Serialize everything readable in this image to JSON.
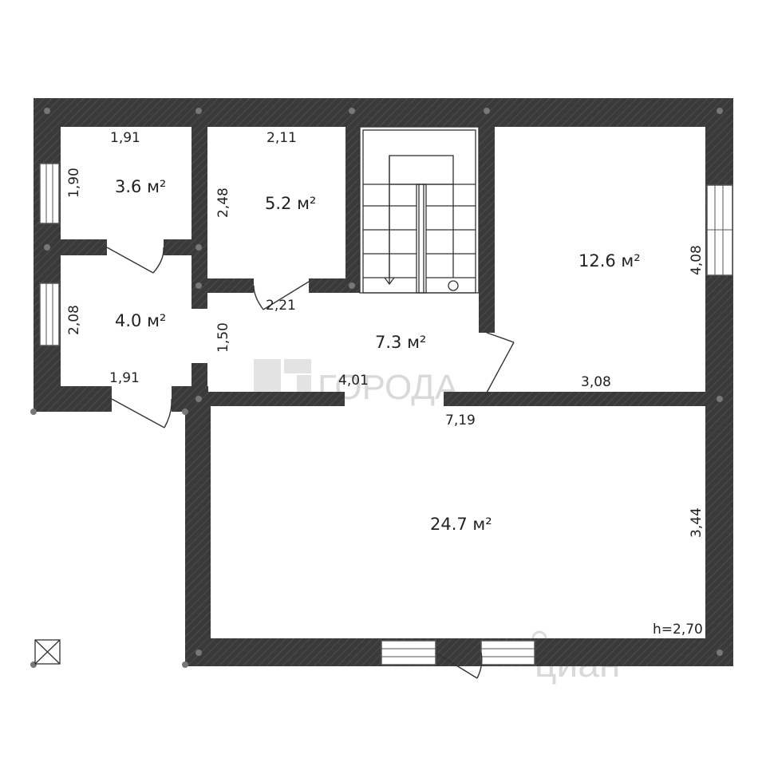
{
  "rooms": [
    {
      "key": "room_a",
      "area": "3.6 м²"
    },
    {
      "key": "room_b",
      "area": "5.2 м²"
    },
    {
      "key": "room_c",
      "area": "4.0 м²"
    },
    {
      "key": "hall",
      "area": "7.3 м²"
    },
    {
      "key": "room_d",
      "area": "12.6 м²"
    },
    {
      "key": "room_e",
      "area": "24.7 м²"
    }
  ],
  "dimensions": {
    "a_top": "1,91",
    "a_side": "1,90",
    "b_top": "2,11",
    "b_side": "2,48",
    "b_bottom": "2,21",
    "c_side": "2,08",
    "c_bottom": "1,91",
    "hall_side": "1,50",
    "hall_bottom": "4,01",
    "opening": "7,19",
    "d_bottom": "3,08",
    "d_side": "4,08",
    "e_side": "3,44"
  },
  "ceiling_height": "h=2,70",
  "watermarks": {
    "gorod": "ГОРОДА",
    "cian": "циан"
  },
  "colors": {
    "wall": "#3a3a3a",
    "text": "#222222",
    "watermark": "#d9d9d9"
  },
  "icons": [
    "stair-arrow-icon",
    "crossed-box-icon"
  ]
}
